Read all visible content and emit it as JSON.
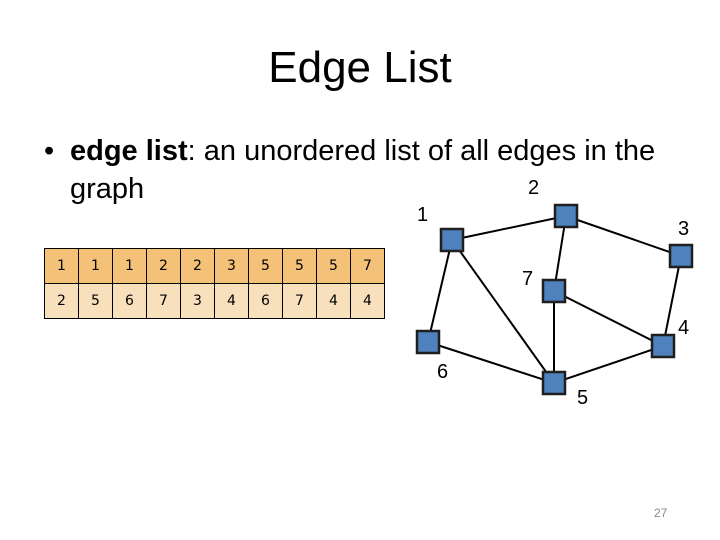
{
  "slide": {
    "title": "Edge List",
    "bullet_mark": "•",
    "bullet_term": "edge list",
    "bullet_text": ": an unordered list of all edges in the graph",
    "page_number": "27"
  },
  "edge_list": {
    "row_a": [
      "1",
      "1",
      "1",
      "2",
      "2",
      "3",
      "5",
      "5",
      "5",
      "7"
    ],
    "row_b": [
      "2",
      "5",
      "6",
      "7",
      "3",
      "4",
      "6",
      "7",
      "4",
      "4"
    ]
  },
  "graph": {
    "node_color": "#4f81bd",
    "nodes": [
      {
        "id": "1",
        "label": "1"
      },
      {
        "id": "2",
        "label": "2"
      },
      {
        "id": "3",
        "label": "3"
      },
      {
        "id": "4",
        "label": "4"
      },
      {
        "id": "5",
        "label": "5"
      },
      {
        "id": "6",
        "label": "6"
      },
      {
        "id": "7",
        "label": "7"
      }
    ],
    "edges": [
      {
        "from": "1",
        "to": "2"
      },
      {
        "from": "1",
        "to": "5"
      },
      {
        "from": "1",
        "to": "6"
      },
      {
        "from": "2",
        "to": "7"
      },
      {
        "from": "2",
        "to": "3"
      },
      {
        "from": "3",
        "to": "4"
      },
      {
        "from": "5",
        "to": "6"
      },
      {
        "from": "5",
        "to": "7"
      },
      {
        "from": "5",
        "to": "4"
      },
      {
        "from": "7",
        "to": "4"
      }
    ]
  }
}
